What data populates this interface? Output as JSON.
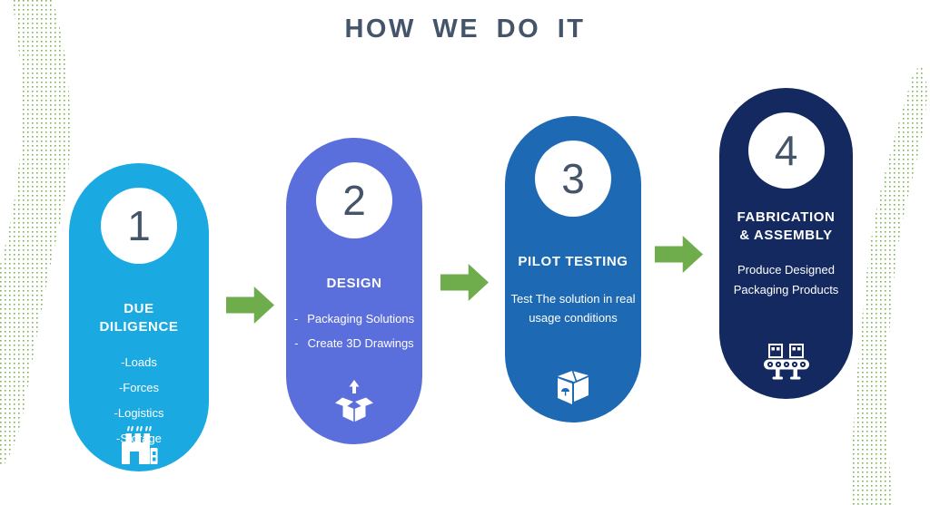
{
  "title": "HOW WE DO IT",
  "colors": {
    "title_text": "#44546A",
    "number_text": "#44546A",
    "step_text": "#FFFFFF",
    "arrow_green": "#6FAC4B",
    "dots_green": "#7CB350"
  },
  "steps": [
    {
      "number": "1",
      "title": "DUE DILIGENCE",
      "color": "#1BA9E1",
      "icon": "factory-icon",
      "items": [
        "-Loads",
        "-Forces",
        "-Logistics",
        "-Storage"
      ]
    },
    {
      "number": "2",
      "title": "DESIGN",
      "color": "#5A6EDC",
      "icon": "open-box-arrow-icon",
      "items": [
        {
          "bullet": "-",
          "text": "Packaging Solutions"
        },
        {
          "bullet": "-",
          "text": "Create 3D Drawings"
        }
      ]
    },
    {
      "number": "3",
      "title": "PILOT TESTING",
      "color": "#1D69B4",
      "icon": "package-box-icon",
      "description_lines": [
        "Test The solution in real",
        "usage conditions"
      ]
    },
    {
      "number": "4",
      "title_lines": [
        "FABRICATION",
        "& ASSEMBLY"
      ],
      "color": "#13295F",
      "icon": "conveyor-belt-icon",
      "description_lines": [
        "Produce Designed",
        "Packaging Products"
      ]
    }
  ]
}
